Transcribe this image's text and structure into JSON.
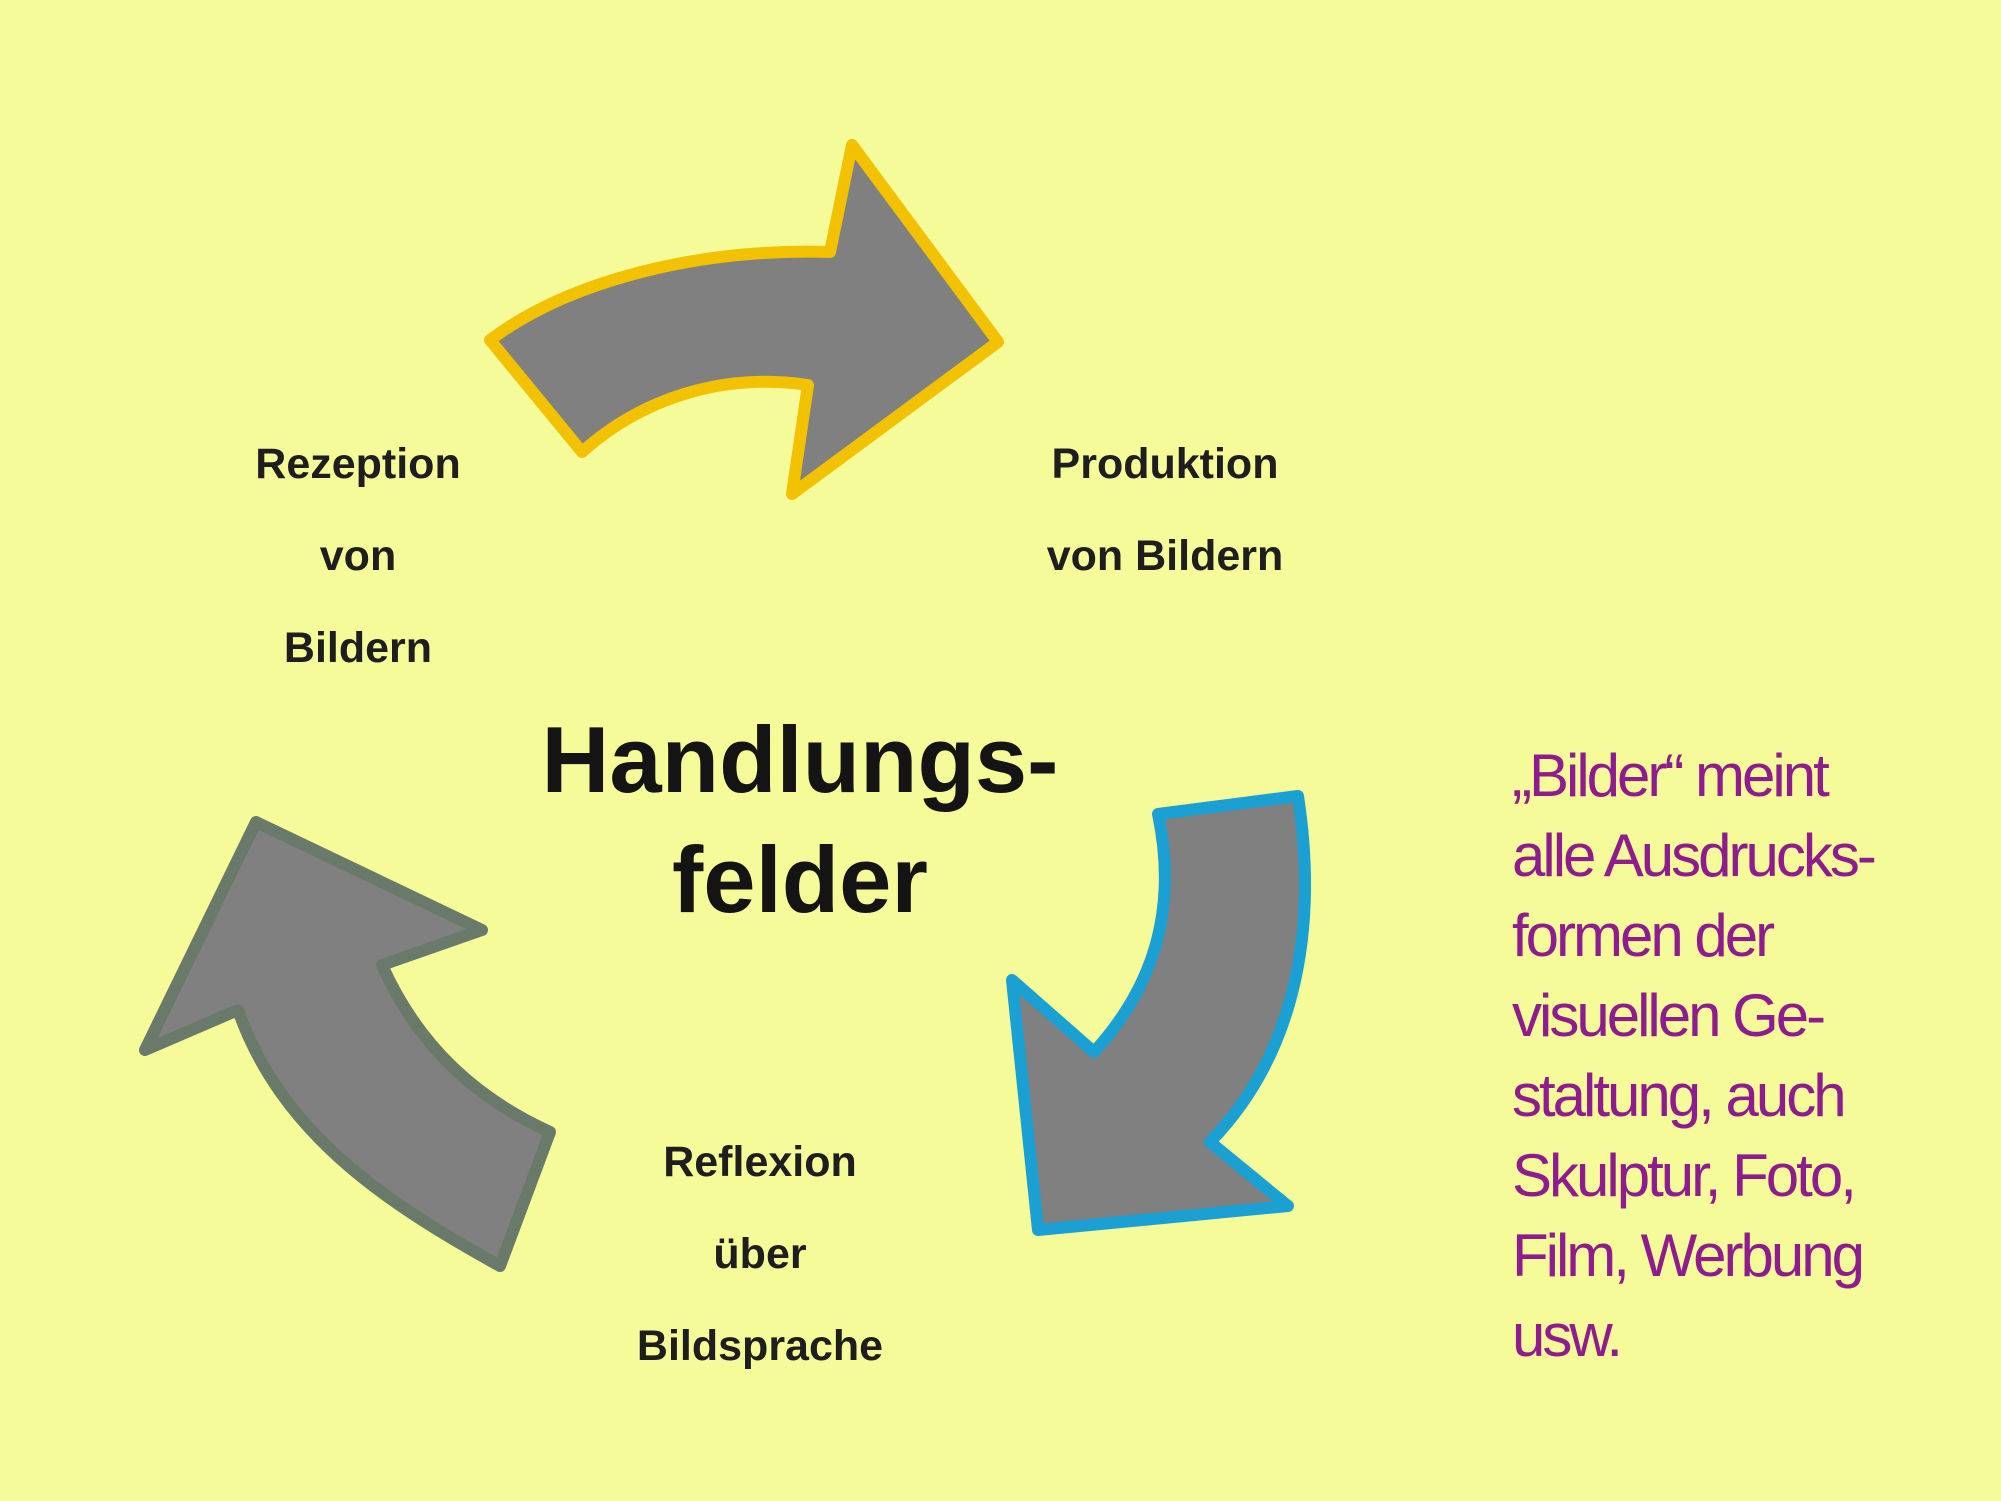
{
  "diagram": {
    "nodes": [
      {
        "id": "rezeption",
        "lines": [
          "Rezeption",
          "von",
          "Bildern"
        ]
      },
      {
        "id": "produktion",
        "lines": [
          "Produktion",
          "von Bildern"
        ]
      },
      {
        "id": "reflexion",
        "lines": [
          "Reflexion",
          "über",
          "Bildsprache"
        ]
      }
    ],
    "center": {
      "lines": [
        "Handlungs-",
        "felder"
      ]
    },
    "edges": [
      {
        "from": "rezeption",
        "to": "produktion",
        "arrow_color": "gray",
        "outline_color": "yellow"
      },
      {
        "from": "produktion",
        "to": "reflexion",
        "arrow_color": "gray",
        "outline_color": "blue"
      },
      {
        "from": "reflexion",
        "to": "rezeption",
        "arrow_color": "gray",
        "outline_color": "dark-gray"
      }
    ]
  },
  "note": {
    "lines": [
      "„Bilder“ meint",
      "alle Ausdrucks-",
      "formen der",
      "visuellen Ge-",
      "staltung, auch",
      "Skulptur, Foto,",
      "Film, Werbung",
      "usw."
    ]
  },
  "colors": {
    "background": "#f6fb99",
    "arrow_fill": "#808080",
    "outline_top": "#f2c200",
    "outline_right": "#1aa0d2",
    "outline_left": "#6a7a6a",
    "note_text": "#8f1c8f"
  }
}
